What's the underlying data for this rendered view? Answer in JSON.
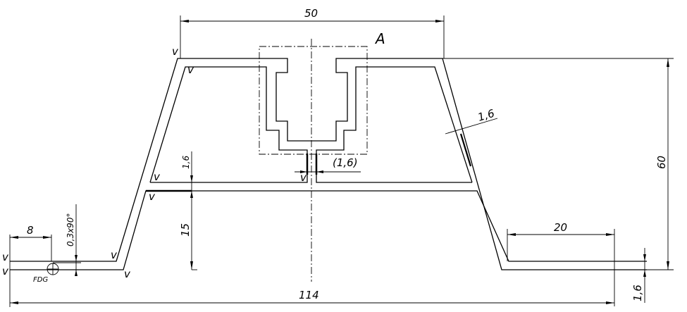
{
  "dimensions": {
    "top_width": "50",
    "height": "60",
    "wall_thickness_slope": "1,6",
    "flange_width": "20",
    "flange_thickness": "1,6",
    "total_width": "114",
    "edge_offset": "8",
    "chamfer": "0,3x90°",
    "crossbar_thickness": "1,6",
    "crossbar_height": "15",
    "stem_gap": "(1,6)"
  },
  "labels": {
    "detail": "A",
    "fdg": "FDG",
    "weld_mark": "v"
  }
}
